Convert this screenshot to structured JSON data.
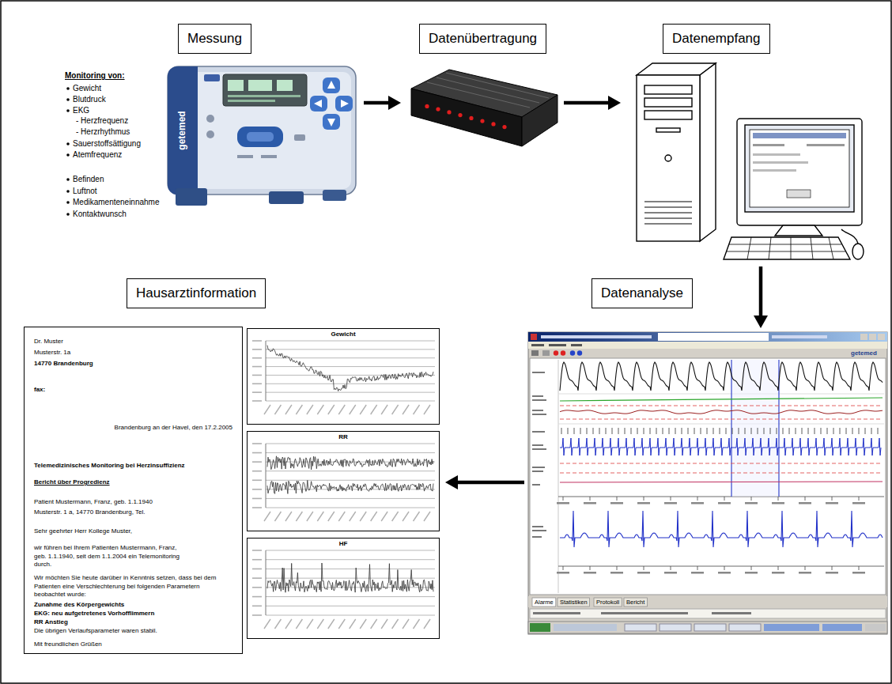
{
  "diagram": {
    "nodes": [
      {
        "text": [
          "Messung"
        ]
      },
      {
        "text": [
          "Datenübertragung"
        ]
      },
      {
        "text": [
          "Datenempfang"
        ]
      },
      {
        "text": [
          "Datenanalyse"
        ]
      },
      {
        "text": [
          "Hausarztinformation"
        ]
      },
      {
        "text": [
          "Dr. Muster",
          "Musterstr. 1a",
          "14770 Brandenburg",
          "fax:",
          "Brandenburg an der Havel, den 17.2.2005",
          "Telemedizinisches Monitoring bei Herzinsuffizienz",
          "Bericht über Progredienz",
          "Patient Mustermann, Franz, geb. 1.1.1940",
          "Musterstr. 1 a, 14770 Brandenburg, Tel.",
          "Sehr geehrter Herr Kollege Muster,",
          "wir führen bei Ihrem Patienten Mustermann, Franz, geb. 1.1.1940, seit dem 1.1.2004 ein Telemonitoring durch.",
          "Wir möchten Sie heute darüber in Kenntnis setzen, dass bei dem Patienten eine Verschlechterung bei folgenden Parametern beobachtet wurde:",
          "Zunahme des Körpergewichts",
          "EKG: neu aufgetretenes Vorhofflimmern",
          "RR Anstieg",
          "Die übrigen Verlaufsparameter waren stabil.",
          "Mit freundlichen Grüßen"
        ],
        "in": 4
      },
      {
        "text": [
          "Gewicht"
        ],
        "in": 4
      },
      {
        "text": [
          "RR"
        ],
        "in": 4
      },
      {
        "text": [
          "HF"
        ],
        "in": 4
      }
    ],
    "edges": [
      {
        "from": 0,
        "to": 1,
        "arrow": "to"
      },
      {
        "from": 1,
        "to": 2,
        "arrow": "to"
      },
      {
        "from": 2,
        "to": 3,
        "arrow": "to"
      },
      {
        "from": 3,
        "to": 4,
        "arrow": "to"
      }
    ],
    "labels": [
      "Monitoring von:",
      "Gewicht",
      "Blutdruck",
      "EKG",
      "- Herzfrequenz",
      "- Herzrhythmus",
      "Sauerstoffsättigung",
      "Atemfrequenz",
      "Befinden",
      "Luftnot",
      "Medikamenteneinnahme",
      "Kontaktwunsch",
      "getemed",
      "getemed",
      "Alarme",
      "Statistiken",
      "Protokoll",
      "Bericht"
    ]
  }
}
